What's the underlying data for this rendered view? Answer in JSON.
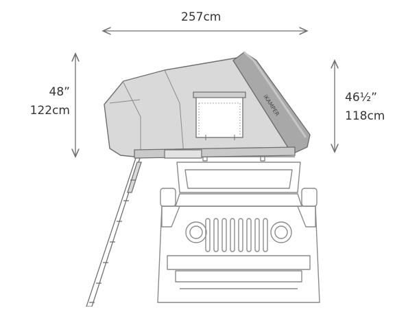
{
  "dimensions": {
    "width": "257cm",
    "height_left_in": "48”",
    "height_left_cm": "122cm",
    "height_right_in": "46½”",
    "height_right_cm": "118cm"
  },
  "brand_logo_text": "iKAMPER",
  "colors": {
    "tent_shell": "#d9d9d9",
    "tent_shell_dark": "#9b9b9b",
    "tent_top": "#a8a8a8",
    "line": "#6e6e6e",
    "outline": "#8a8a8a",
    "text": "#333333"
  }
}
